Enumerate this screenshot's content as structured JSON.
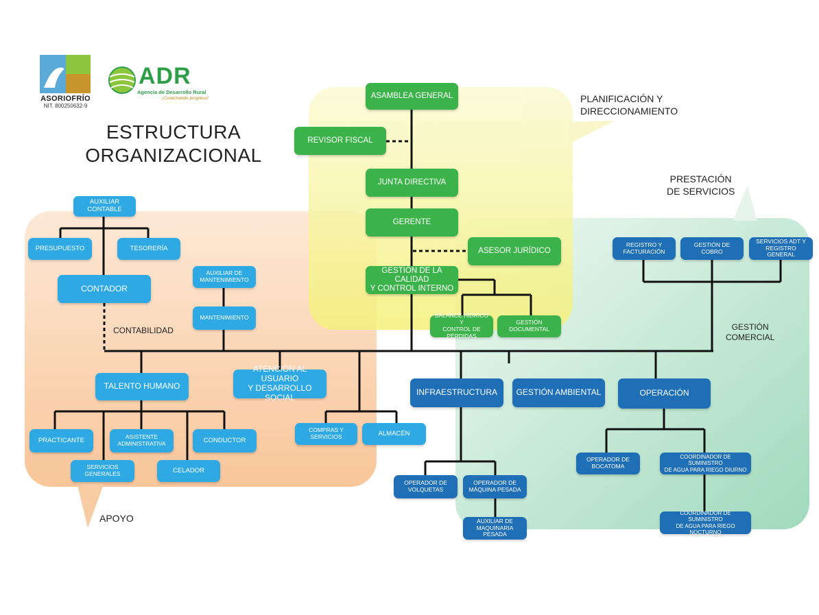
{
  "header": {
    "logo_asoriofrio": {
      "name": "ASORIOFRÍO",
      "nit": "NIT. 800250632-9",
      "icon": "asoriofrio-logo"
    },
    "logo_adr": {
      "word": "ADR",
      "subtitle": "Agencia de Desarrollo Rural",
      "tagline": "¡Cosechando progreso!",
      "icon": "adr-logo"
    },
    "title_line1": "ESTRUCTURA",
    "title_line2": "ORGANIZACIONAL"
  },
  "regions": {
    "planning_line1": "PLANIFICACIÓN Y",
    "planning_line2": "DIRECCIONAMIENTO",
    "services_line1": "PRESTACIÓN",
    "services_line2": "DE SERVICIOS",
    "support": "APOYO",
    "colors": {
      "planning": "#f6f49a",
      "support": "#f9c79b",
      "services": "#a6dcc0"
    }
  },
  "group_labels": {
    "contabilidad": "CONTABILIDAD",
    "gestion_comercial_line1": "GESTIÓN",
    "gestion_comercial_line2": "COMERCIAL"
  },
  "colors": {
    "green_node": "#3cb34a",
    "light_blue_node": "#2ea9e3",
    "dark_blue_node": "#1f6fb6",
    "line": "#111111"
  },
  "nodes": {
    "asamblea_general": "ASAMBLEA GENERAL",
    "revisor_fiscal": "REVISOR FISCAL",
    "junta_directiva": "JUNTA DIRECTIVA",
    "gerente": "GERENTE",
    "asesor_juridico": "ASESOR JURÍDICO",
    "gestion_calidad_line1": "GESTIÓN DE LA CALIDAD",
    "gestion_calidad_line2": "Y CONTROL INTERNO",
    "balance_hidrico_line1": "BALANCE HÍDRICO Y",
    "balance_hidrico_line2": "CONTROL DE PÉRDIDAS",
    "gestion_documental": "GESTIÓN DOCUMENTAL",
    "auxiliar_contable": "AUXILIAR CONTABLE",
    "presupuesto": "PRESUPUESTO",
    "tesoreria": "TESORERÍA",
    "contador": "CONTADOR",
    "auxiliar_mantenimiento_line1": "AUXILIAR DE",
    "auxiliar_mantenimiento_line2": "MANTENIMIENTO",
    "mantenimiento": "MANTENIMIENTO",
    "talento_humano": "TALENTO HUMANO",
    "atencion_usuario_line1": "ATENCIÓN AL USUARIO",
    "atencion_usuario_line2": "Y DESARROLLO SOCIAL",
    "practicante": "PRACTICANTE",
    "asistente_administrativa_line1": "ASISTENTE",
    "asistente_administrativa_line2": "ADMINISTRATIVA",
    "conductor": "CONDUCTOR",
    "servicios_generales": "SERVICIOS GENERALES",
    "celador": "CELADOR",
    "compras_servicios": "COMPRAS Y SERVICIOS",
    "almacen": "ALMACÉN",
    "registro_facturacion_line1": "REGISTRO Y",
    "registro_facturacion_line2": "FACTURACIÓN",
    "gestion_cobro": "GESTIÓN DE COBRO",
    "servicios_adt_line1": "SERVICIOS ADT Y",
    "servicios_adt_line2": "REGISTRO GENERAL",
    "infraestructura": "INFRAESTRUCTURA",
    "gestion_ambiental": "GESTIÓN AMBIENTAL",
    "operacion": "OPERACIÓN",
    "operador_volquetas_line1": "OPERADOR DE",
    "operador_volquetas_line2": "VOLQUETAS",
    "operador_maquina_line1": "OPERADOR DE",
    "operador_maquina_line2": "MÁQUINA PESADA",
    "auxiliar_maquinaria_line1": "AUXILIAR DE",
    "auxiliar_maquinaria_line2": "MAQUINARIA PESADA",
    "operador_bocatoma_line1": "OPERADOR DE",
    "operador_bocatoma_line2": "BOCATOMA",
    "coord_diurno_line1": "COORDINADOR DE SUMINISTRO",
    "coord_diurno_line2": "DE AGUA PARA RIEGO DIURNO",
    "coord_nocturno_line1": "COORDINADOR DE SUMINISTRO",
    "coord_nocturno_line2": "DE AGUA PARA RIEGO NOCTURNO"
  }
}
